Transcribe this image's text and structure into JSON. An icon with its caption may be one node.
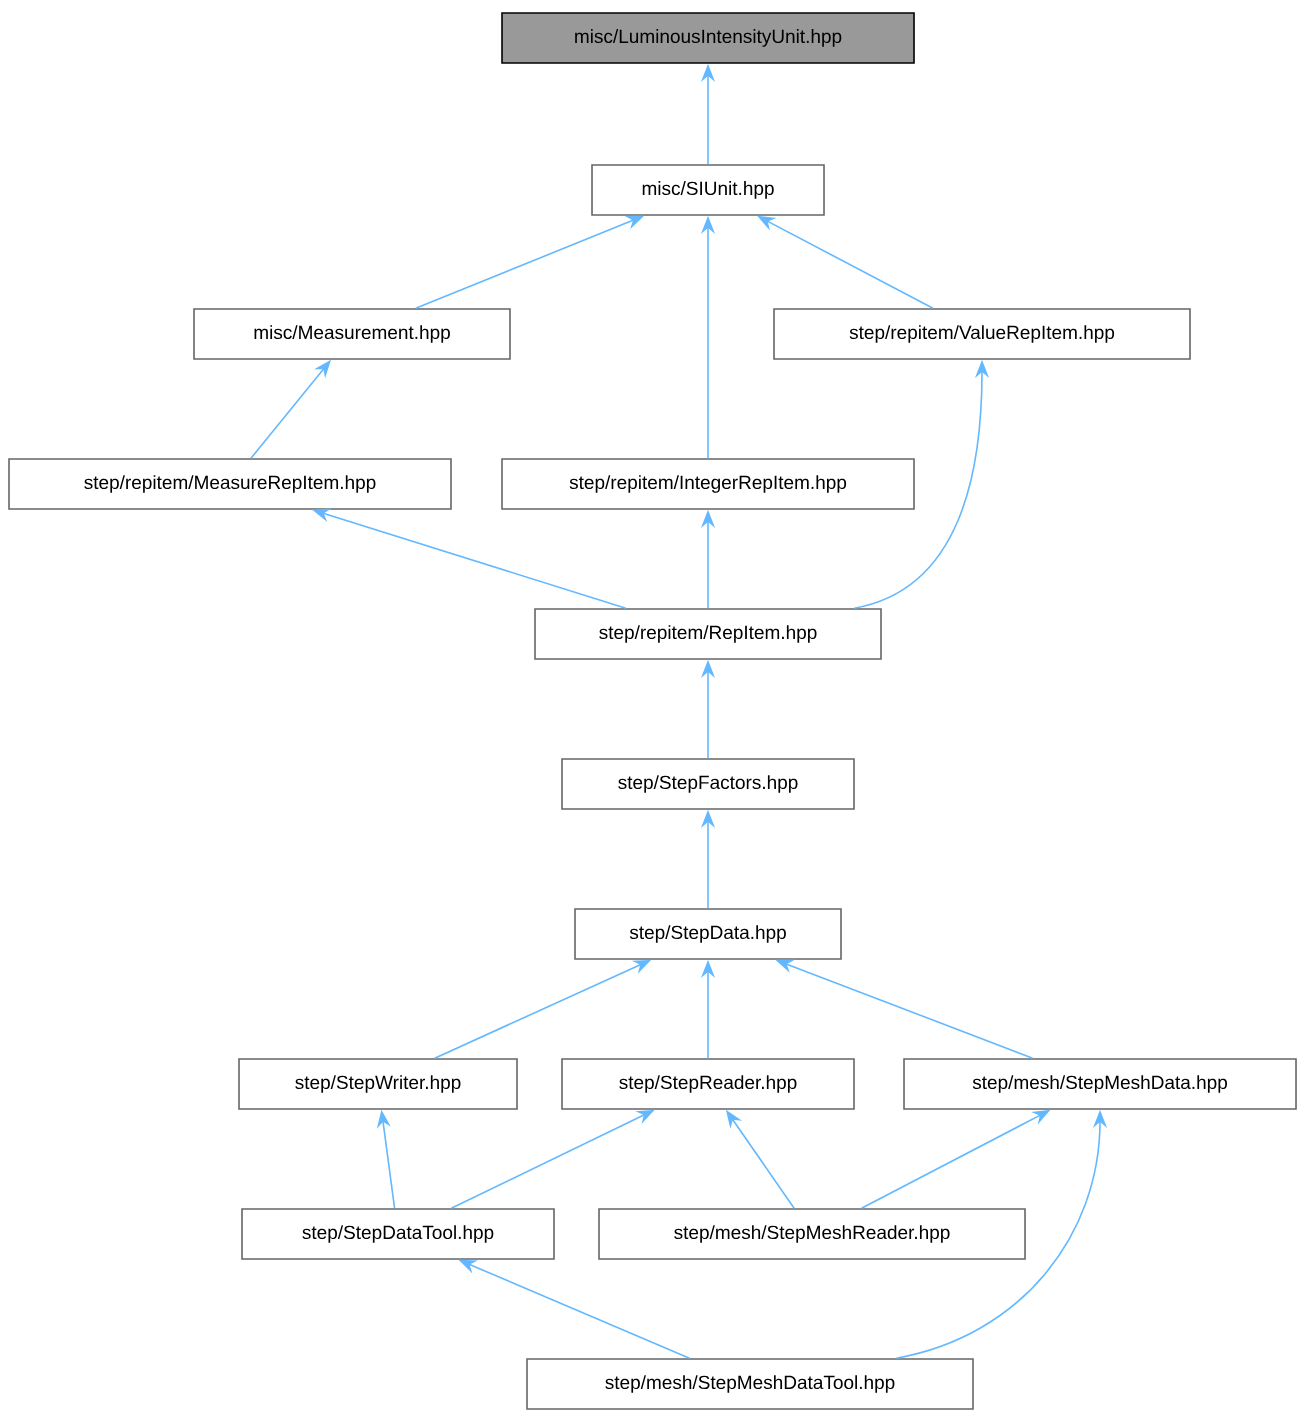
{
  "diagram": {
    "nodes": [
      {
        "text": [
          "misc/LuminousIntensityUnit.hpp"
        ]
      },
      {
        "text": [
          "misc/SIUnit.hpp"
        ]
      },
      {
        "text": [
          "misc/Measurement.hpp"
        ]
      },
      {
        "text": [
          "step/repitem/ValueRepItem.hpp"
        ]
      },
      {
        "text": [
          "step/repitem/MeasureRepItem.hpp"
        ]
      },
      {
        "text": [
          "step/repitem/IntegerRepItem.hpp"
        ]
      },
      {
        "text": [
          "step/repitem/RepItem.hpp"
        ]
      },
      {
        "text": [
          "step/StepFactors.hpp"
        ]
      },
      {
        "text": [
          "step/StepData.hpp"
        ]
      },
      {
        "text": [
          "step/StepWriter.hpp"
        ]
      },
      {
        "text": [
          "step/StepReader.hpp"
        ]
      },
      {
        "text": [
          "step/mesh/StepMeshData.hpp"
        ]
      },
      {
        "text": [
          "step/StepDataTool.hpp"
        ]
      },
      {
        "text": [
          "step/mesh/StepMeshReader.hpp"
        ]
      },
      {
        "text": [
          "step/mesh/StepMeshDataTool.hpp"
        ]
      }
    ],
    "edges": [
      {
        "from": 1,
        "to": 0,
        "arrow": "to"
      },
      {
        "from": 2,
        "to": 1,
        "arrow": "to"
      },
      {
        "from": 5,
        "to": 1,
        "arrow": "to"
      },
      {
        "from": 3,
        "to": 1,
        "arrow": "to"
      },
      {
        "from": 4,
        "to": 2,
        "arrow": "to"
      },
      {
        "from": 6,
        "to": 4,
        "arrow": "to"
      },
      {
        "from": 6,
        "to": 5,
        "arrow": "to"
      },
      {
        "from": 6,
        "to": 3,
        "arrow": "to"
      },
      {
        "from": 7,
        "to": 6,
        "arrow": "to"
      },
      {
        "from": 8,
        "to": 7,
        "arrow": "to"
      },
      {
        "from": 9,
        "to": 8,
        "arrow": "to"
      },
      {
        "from": 10,
        "to": 8,
        "arrow": "to"
      },
      {
        "from": 11,
        "to": 8,
        "arrow": "to"
      },
      {
        "from": 12,
        "to": 9,
        "arrow": "to"
      },
      {
        "from": 12,
        "to": 10,
        "arrow": "to"
      },
      {
        "from": 13,
        "to": 10,
        "arrow": "to"
      },
      {
        "from": 13,
        "to": 11,
        "arrow": "to"
      },
      {
        "from": 14,
        "to": 12,
        "arrow": "to"
      },
      {
        "from": 14,
        "to": 11,
        "arrow": "to"
      }
    ]
  }
}
